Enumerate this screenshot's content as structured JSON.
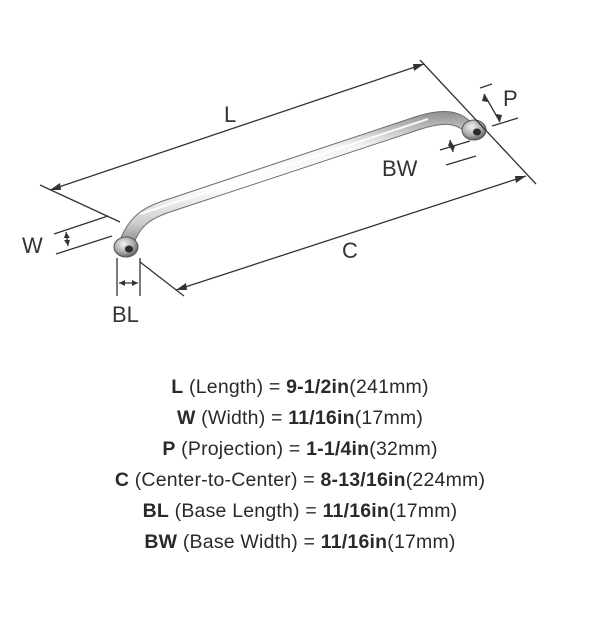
{
  "diagram": {
    "labels": {
      "L": "L",
      "P": "P",
      "BW": "BW",
      "W": "W",
      "C": "C",
      "BL": "BL"
    }
  },
  "specs": [
    {
      "key": "L",
      "name": " (Length) = ",
      "value": "9-1/2in",
      "metric": "(241mm)"
    },
    {
      "key": "W",
      "name": " (Width) = ",
      "value": "11/16in",
      "metric": "(17mm)"
    },
    {
      "key": "P",
      "name": " (Projection) = ",
      "value": "1-1/4in",
      "metric": "(32mm)"
    },
    {
      "key": "C",
      "name": " (Center-to-Center) = ",
      "value": "8-13/16in",
      "metric": "(224mm)"
    },
    {
      "key": "BL",
      "name": " (Base Length) = ",
      "value": "11/16in",
      "metric": "(17mm)"
    },
    {
      "key": "BW",
      "name": " (Base Width) = ",
      "value": "11/16in",
      "metric": "(17mm)"
    }
  ]
}
